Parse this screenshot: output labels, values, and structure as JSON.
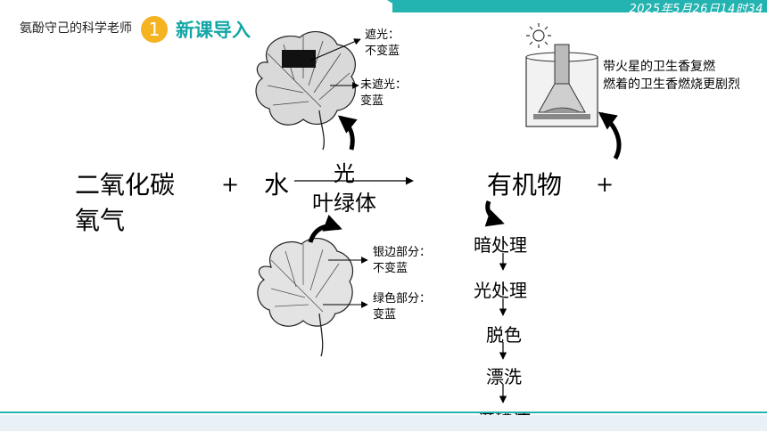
{
  "header": {
    "timestamp": "2025年5月26日14时34",
    "author": "氨酚守己的科学老师",
    "section_number": "1",
    "section_title": "新课导入"
  },
  "equation": {
    "reactant_1": "二氧化碳",
    "reactant_2": "水",
    "plus": "+",
    "condition_top": "光",
    "condition_bottom": "叶绿体",
    "product_1": "有机物",
    "product_2": "氧气"
  },
  "leaf_experiment_1": {
    "shaded_label": "遮光：",
    "shaded_result": "不变蓝",
    "unshaded_label": "未遮光：",
    "unshaded_result": "变蓝"
  },
  "leaf_experiment_2": {
    "silver_label": "银边部分：",
    "silver_result": "不变蓝",
    "green_label": "绿色部分：",
    "green_result": "变蓝"
  },
  "oxygen_test": {
    "line_1": "带火星的卫生香复燃",
    "line_2": "燃着的卫生香燃烧更剧烈"
  },
  "starch_test_steps": [
    "暗处理",
    "光处理",
    "脱色",
    "漂洗",
    "滴碘液"
  ],
  "colors": {
    "teal": "#23b3b0",
    "title_teal": "#14a6a6",
    "badge_orange": "#f5b321"
  }
}
